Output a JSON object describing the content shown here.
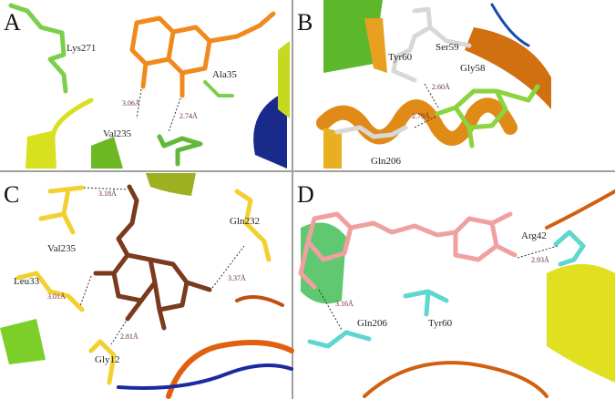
{
  "panels": [
    {
      "label": "A",
      "residues": [
        "Lys271",
        "Ala35",
        "Val235"
      ],
      "distances": [
        "3.06Å",
        "2.74Å"
      ]
    },
    {
      "label": "B",
      "residues": [
        "Ser59",
        "Tyr60",
        "Gly58",
        "Gln206"
      ],
      "distances": [
        "2.60Å",
        "2.79Å"
      ]
    },
    {
      "label": "C",
      "residues": [
        "Val235",
        "Gln232",
        "Leu33",
        "Gly12"
      ],
      "distances": [
        "3.18Å",
        "3.01Å",
        "2.81Å",
        "3.37Å"
      ]
    },
    {
      "label": "D",
      "residues": [
        "Arg42",
        "Gln206",
        "Tyr60"
      ],
      "distances": [
        "2.93Å",
        "3.16Å"
      ]
    }
  ],
  "colors": {
    "ligand_A": "#f08a1c",
    "ligand_B": "#8bd33f",
    "ligand_C": "#7a3a1e",
    "ligand_D": "#f0a0a0",
    "residue_A": "#7ccf4a",
    "residue_B": "#d8d8d8",
    "residue_C": "#f2d030",
    "residue_D": "#5fd6d0",
    "divider": "#a0a0a0"
  }
}
